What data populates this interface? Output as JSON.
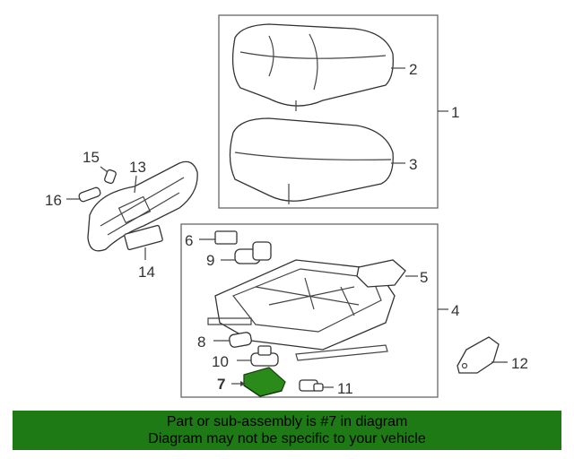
{
  "callouts": [
    "1",
    "2",
    "3",
    "4",
    "5",
    "6",
    "7",
    "8",
    "9",
    "10",
    "11",
    "12",
    "13",
    "14",
    "15",
    "16"
  ],
  "highlight_part": "7",
  "colors": {
    "banner_bg": "#1d7a14",
    "highlight_part": "#2a8a1a",
    "line": "#444444"
  },
  "banner": {
    "line1": "Part or sub-assembly is #7 in diagram",
    "line2": "Diagram may not be specific to your vehicle"
  }
}
